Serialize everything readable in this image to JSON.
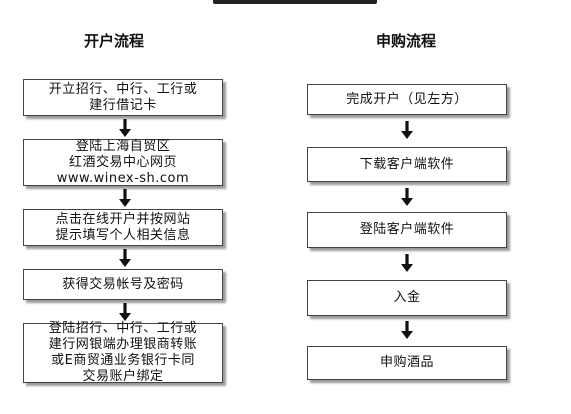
{
  "left_flow": {
    "title": "开户流程",
    "steps": [
      "开立招行、中行、工行或\n建行借记卡",
      "登陆上海自贸区\n红酒交易中心网页\nwww.winex-sh.com",
      "点击在线开户并按网站\n提示填写个人相关信息",
      "获得交易帐号及密码",
      "登陆招行、中行、工行或\n建行网银端办理银商转账\n或E商贸通业务银行卡同\n交易账户绑定"
    ]
  },
  "right_flow": {
    "title": "申购流程",
    "steps": [
      "完成开户（见左方）",
      "下载客户端软件",
      "登陆客户端软件",
      "入金",
      "申购酒品"
    ]
  }
}
